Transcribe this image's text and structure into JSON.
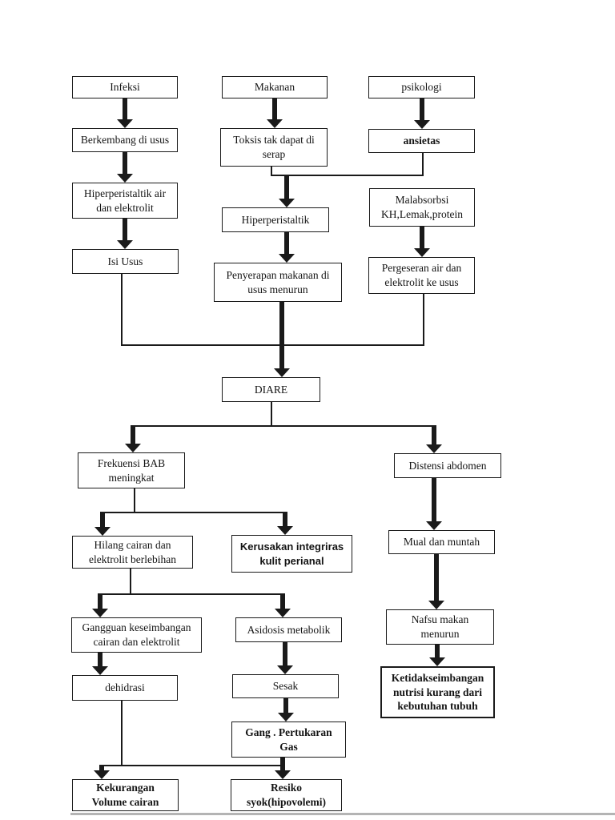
{
  "page": {
    "background": "#ffffff",
    "ink_color": "#1a1a1a",
    "page_edge_color": "#b4b4b4"
  },
  "diagram": {
    "type": "flowchart",
    "central_node": "DIARE",
    "nodes": [
      {
        "id": "infeksi",
        "label": "Infeksi",
        "emphasis": "normal"
      },
      {
        "id": "makanan",
        "label": "Makanan",
        "emphasis": "normal"
      },
      {
        "id": "psikologi",
        "label": "psikologi",
        "emphasis": "normal"
      },
      {
        "id": "berkembang",
        "label": "Berkembang di usus",
        "emphasis": "normal"
      },
      {
        "id": "toksis",
        "label": "Toksis tak dapat di\nserap",
        "emphasis": "normal"
      },
      {
        "id": "ansietas",
        "label": "ansietas",
        "emphasis": "bold"
      },
      {
        "id": "hiper_air",
        "label": "Hiperperistaltik air\ndan elektrolit",
        "emphasis": "normal"
      },
      {
        "id": "hiperperistaltik",
        "label": "Hiperperistaltik",
        "emphasis": "normal"
      },
      {
        "id": "malabsorbsi",
        "label": "Malabsorbsi\nKH,Lemak,protein",
        "emphasis": "normal"
      },
      {
        "id": "isi_usus",
        "label": "Isi Usus",
        "emphasis": "normal"
      },
      {
        "id": "penyerapan",
        "label": "Penyerapan makanan di\nusus menurun",
        "emphasis": "normal"
      },
      {
        "id": "pergeseran",
        "label": "Pergeseran air dan\nelektrolit ke usus",
        "emphasis": "normal"
      },
      {
        "id": "diare",
        "label": "DIARE",
        "emphasis": "normal"
      },
      {
        "id": "frekuensi",
        "label": "Frekuensi BAB\nmeningkat",
        "emphasis": "normal"
      },
      {
        "id": "distensi",
        "label": "Distensi abdomen",
        "emphasis": "normal"
      },
      {
        "id": "hilang",
        "label": "Hilang cairan dan\nelektrolit berlebihan",
        "emphasis": "normal"
      },
      {
        "id": "kerusakan",
        "label": "Kerusakan integriras\nkulit perianal",
        "emphasis": "bold-sans"
      },
      {
        "id": "mual",
        "label": "Mual dan muntah",
        "emphasis": "normal"
      },
      {
        "id": "gangguan",
        "label": "Gangguan keseimbangan\ncairan dan elektrolit",
        "emphasis": "normal"
      },
      {
        "id": "asidosis",
        "label": "Asidosis metabolik",
        "emphasis": "normal"
      },
      {
        "id": "nafsu",
        "label": "Nafsu makan\nmenurun",
        "emphasis": "normal"
      },
      {
        "id": "dehidrasi",
        "label": "dehidrasi",
        "emphasis": "normal"
      },
      {
        "id": "sesak",
        "label": "Sesak",
        "emphasis": "normal"
      },
      {
        "id": "ketidakseimbangan",
        "label": "Ketidakseimbangan\nnutrisi kurang dari\nkebutuhan tubuh",
        "emphasis": "bold",
        "border": "thick"
      },
      {
        "id": "gang_gas",
        "label": "Gang . Pertukaran\nGas",
        "emphasis": "bold"
      },
      {
        "id": "kekurangan",
        "label": "Kekurangan\nVolume cairan",
        "emphasis": "bold"
      },
      {
        "id": "resiko",
        "label": "Resiko\nsyok(hipovolemi)",
        "emphasis": "bold"
      }
    ]
  }
}
